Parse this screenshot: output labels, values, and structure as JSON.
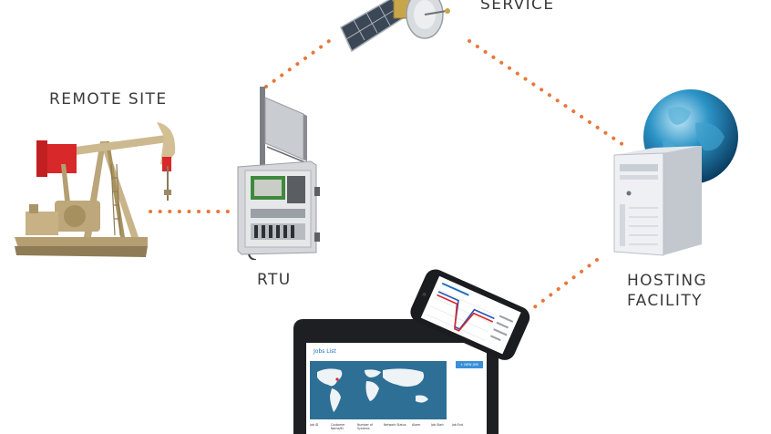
{
  "labels": {
    "remote_site": "REMOTE SITE",
    "rtu": "RTU",
    "service": "SERVICE",
    "hosting_line1": "HOSTING",
    "hosting_line2": "FACILITY"
  },
  "laptop_screen": {
    "title": "Jobs List",
    "button": "+ NEW JOB",
    "columns": [
      "Job ID",
      "Customer Name/ID",
      "Number of Systems",
      "Network Status",
      "Alarm",
      "Job Start",
      "Job End"
    ]
  },
  "colors": {
    "connector": "#e8783a",
    "label_text": "#3a3a3a",
    "pump_jack": "#c9b48a",
    "pump_accent": "#d8282a",
    "map_ocean": "#2e6f96",
    "globe": "#1d7fb0"
  },
  "icons": [
    "pump-jack",
    "rtu-enclosure",
    "satellite",
    "server-tower",
    "globe",
    "laptop",
    "smartphone",
    "world-map"
  ]
}
